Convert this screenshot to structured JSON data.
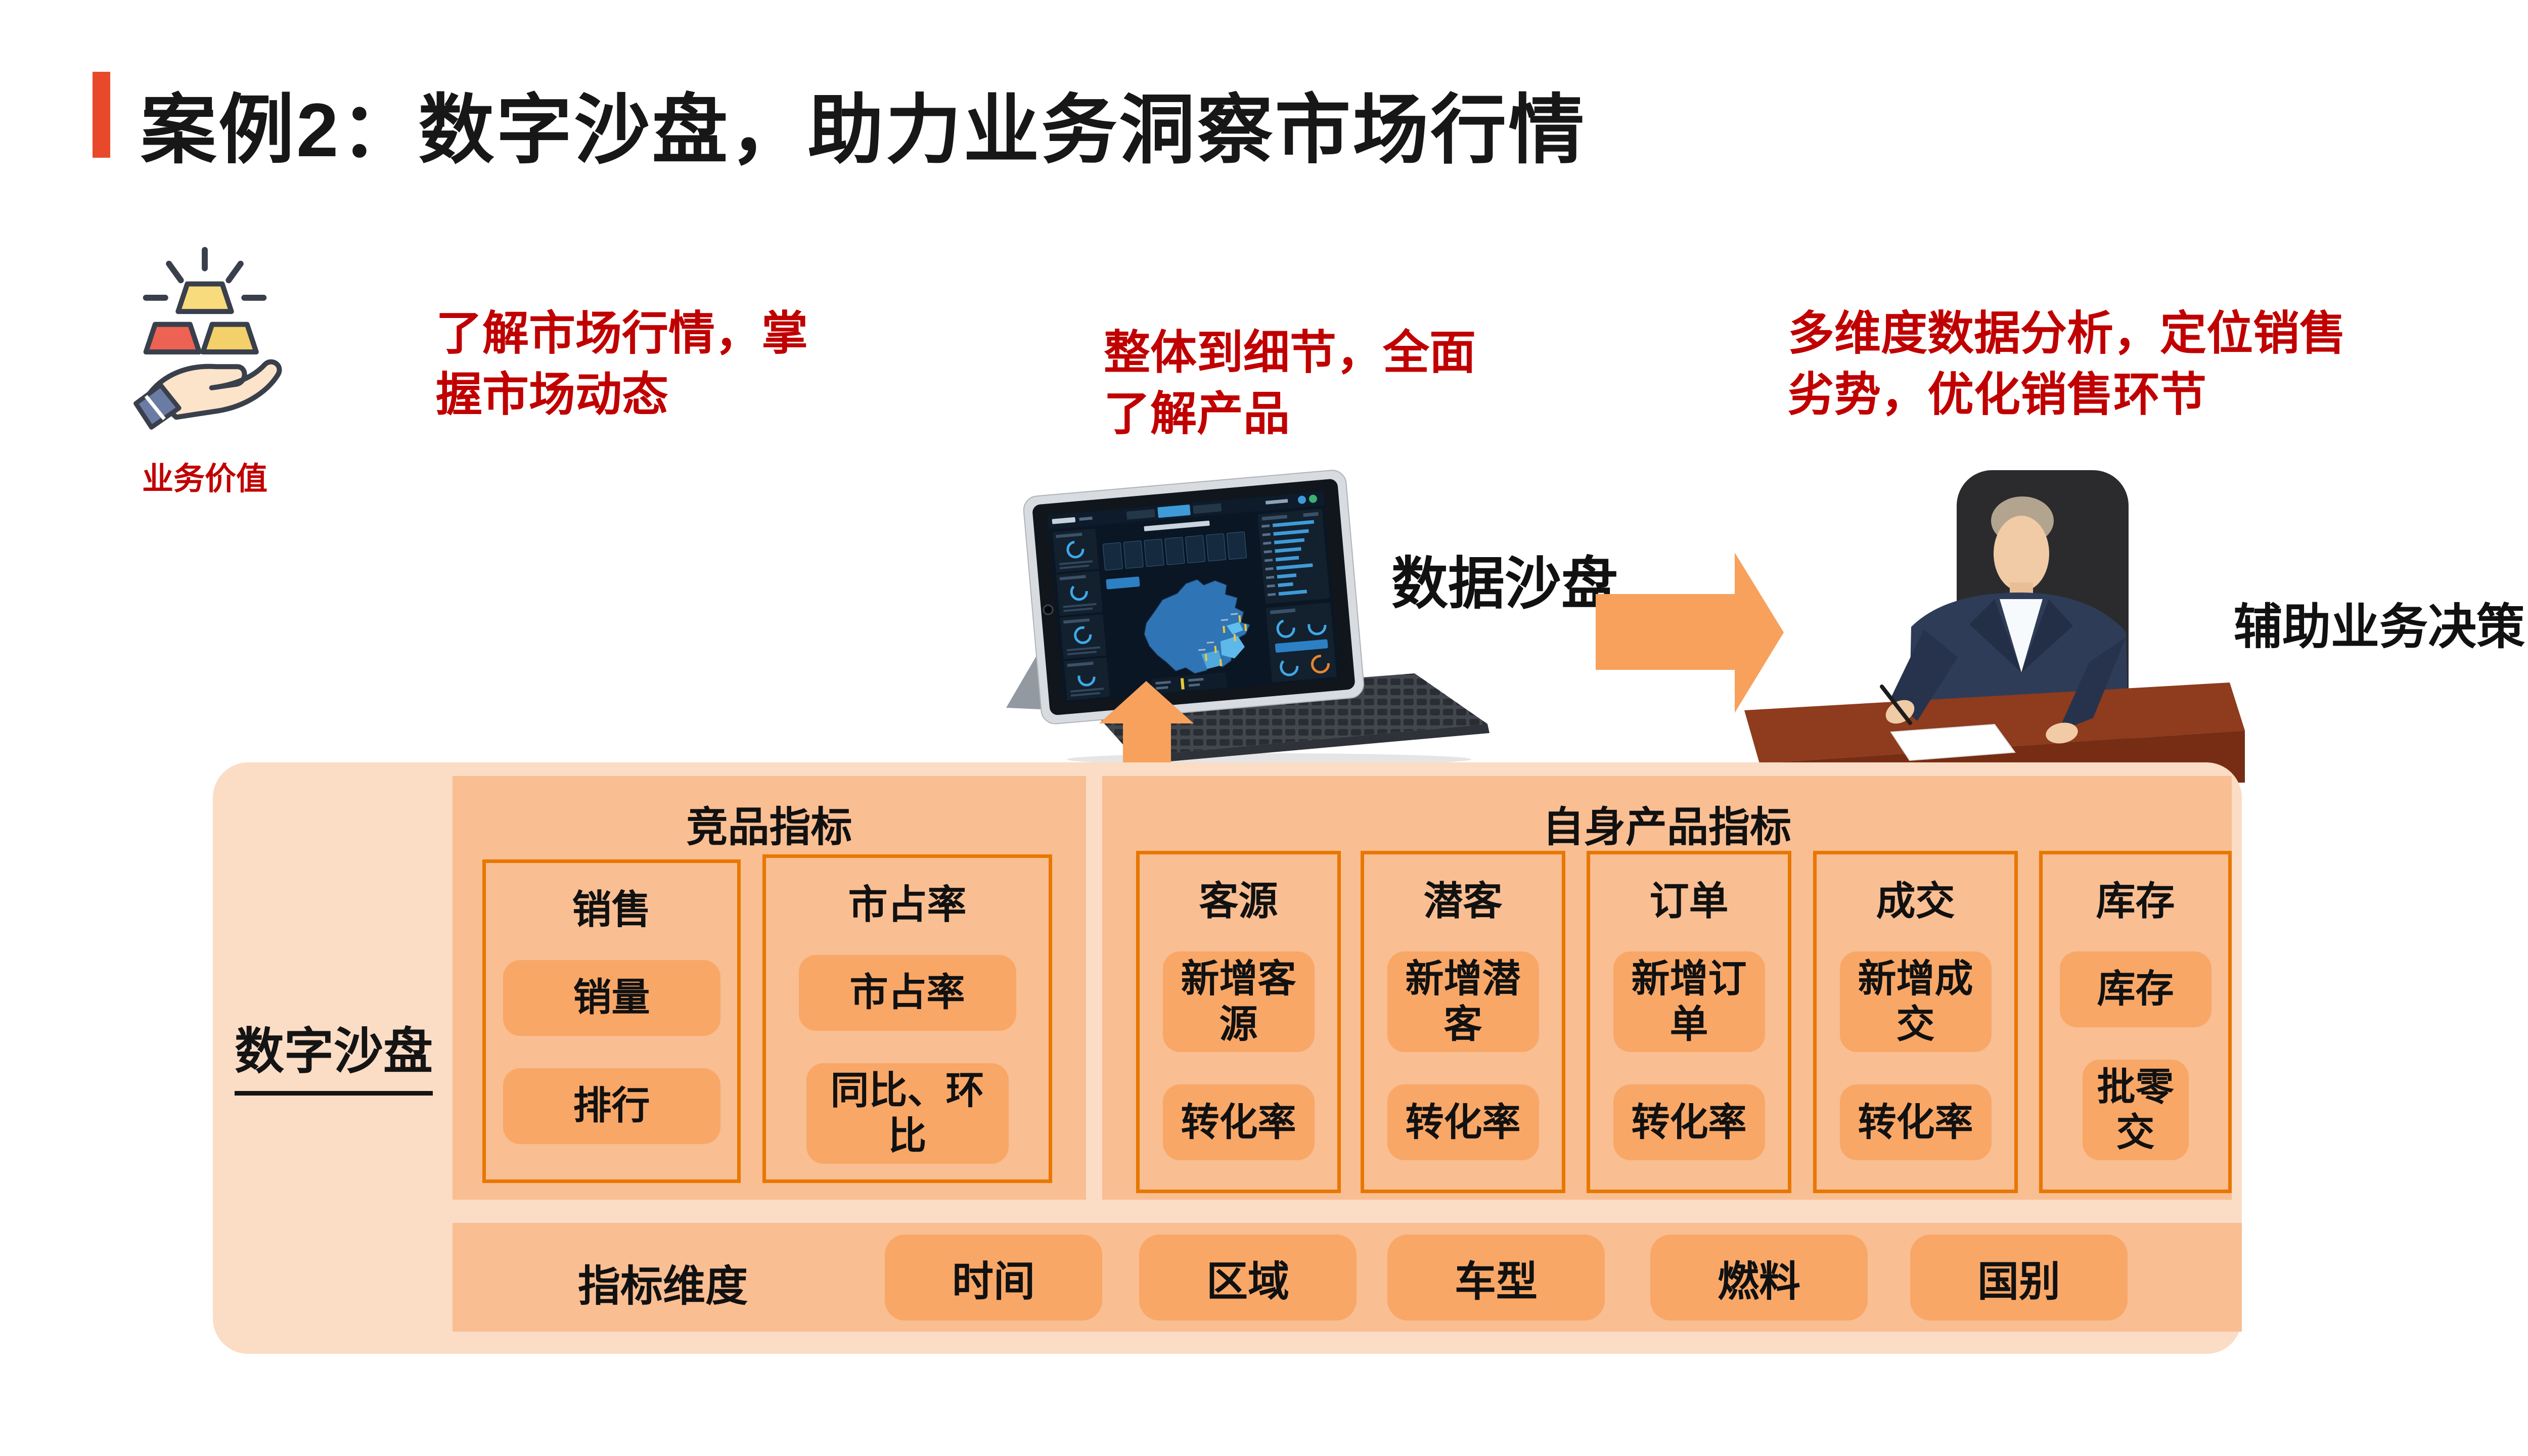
{
  "colors": {
    "accent_red_bar": "#e8492b",
    "benefit_red": "#c00000",
    "arrow_orange": "#f7a15c",
    "box_light": "#fbdcc5",
    "panel_medium": "#f9be92",
    "chip_orange": "#f8a767",
    "border_orange": "#e87700",
    "dashboard_bg": "#0a1623",
    "dashboard_blue": "#3f9bd7",
    "dashboard_yellow": "#e9c93d",
    "dashboard_orange_donut": "#e8842f"
  },
  "header": {
    "title": "案例2：数字沙盘，助力业务洞察市场行情"
  },
  "value": {
    "label": "业务价值"
  },
  "benefits": {
    "b1": "了解市场行情，掌握市场动态",
    "b2": "整体到细节，全面了解产品",
    "b3": "多维度数据分析，定位销售劣势，优化销售环节"
  },
  "flow": {
    "device_label": "数据沙盘",
    "outcome_label": "辅助业务决策"
  },
  "sandbox": {
    "label": "数字沙盘",
    "competitor": {
      "title": "竞品指标",
      "boxes": [
        {
          "title": "销售",
          "chip1": "销量",
          "chip2": "排行"
        },
        {
          "title": "市占率",
          "chip1": "市占率",
          "chip2": "同比、环比"
        }
      ]
    },
    "own": {
      "title": "自身产品指标",
      "boxes": [
        {
          "title": "客源",
          "chip1": "新增客源",
          "chip2": "转化率"
        },
        {
          "title": "潜客",
          "chip1": "新增潜客",
          "chip2": "转化率"
        },
        {
          "title": "订单",
          "chip1": "新增订单",
          "chip2": "转化率"
        },
        {
          "title": "成交",
          "chip1": "新增成交",
          "chip2": "转化率"
        },
        {
          "title": "库存",
          "chip1": "库存",
          "chip2": "批零交"
        }
      ]
    },
    "dimensions": {
      "title": "指标维度",
      "chips": [
        "时间",
        "区域",
        "车型",
        "燃料",
        "国别"
      ]
    }
  }
}
